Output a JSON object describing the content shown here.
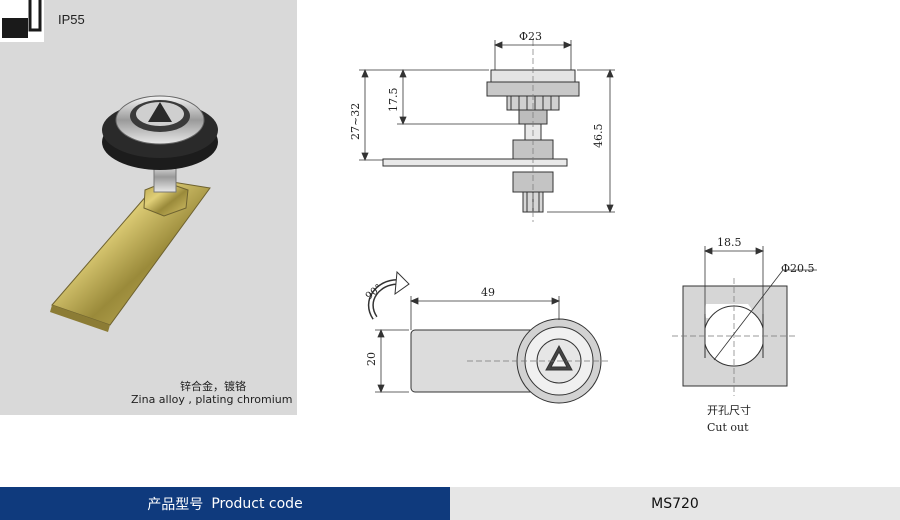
{
  "rating": "IP55",
  "material": {
    "cn": "锌合金，镀铬",
    "en": "Zina alloy , plating chromium"
  },
  "dimensions": {
    "cap_diameter": "Φ23",
    "height_total": "46.5",
    "height_upper": "17.5",
    "grip_range": "27~32",
    "cam_length": "49",
    "cam_width": "20",
    "rotation": "90°",
    "cutout_width": "18.5",
    "cutout_diameter": "Φ20.5"
  },
  "cutout": {
    "label_cn": "开孔尺寸",
    "label_en": "Cut out"
  },
  "footer": {
    "label_cn": "产品型号",
    "label_en": "Product code",
    "code": "MS720"
  },
  "colors": {
    "footer_label_bg": "#0f3a7d",
    "footer_value_bg": "#e6e6e6",
    "photo_bg": "#d9d9d9"
  }
}
